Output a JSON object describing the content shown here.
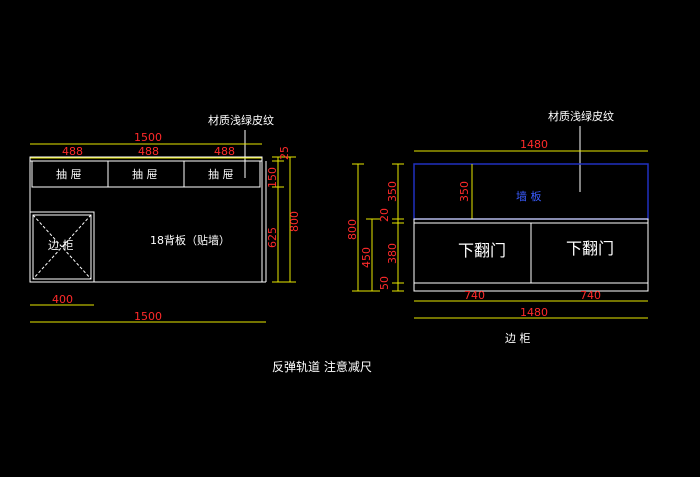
{
  "colors": {
    "background": "#000000",
    "outline": "#ffffff",
    "dimension_line": "#e8e800",
    "dimension_text": "#ff2a2a",
    "highlight_panel": "#2030c0"
  },
  "left_view": {
    "material_note": "材质浅绿皮纹",
    "drawer_label": "抽 屉",
    "side_cabinet_label": "边 柜",
    "back_panel_label": "18背板（贴墙）",
    "dims": {
      "overall_top": "1500",
      "drawer_1": "488",
      "drawer_2": "488",
      "drawer_3": "488",
      "side_25": "25",
      "side_150": "150",
      "side_625": "625",
      "side_800": "800",
      "bottom_400": "400",
      "bottom_1500": "1500"
    }
  },
  "right_view": {
    "material_note": "材质浅绿皮纹",
    "wall_panel_label": "墙 板",
    "door_left_label": "下翻门",
    "door_right_label": "下翻门",
    "side_cabinet_label": "边 柜",
    "dims": {
      "overall_top": "1480",
      "inner_350": "350",
      "left_800": "800",
      "left_450": "450",
      "right_350": "350",
      "right_20": "20",
      "right_380": "380",
      "right_50": "50",
      "door_1": "740",
      "door_2": "740",
      "bottom_1480": "1480"
    }
  },
  "footer_note": "反弹轨道 注意减尺"
}
